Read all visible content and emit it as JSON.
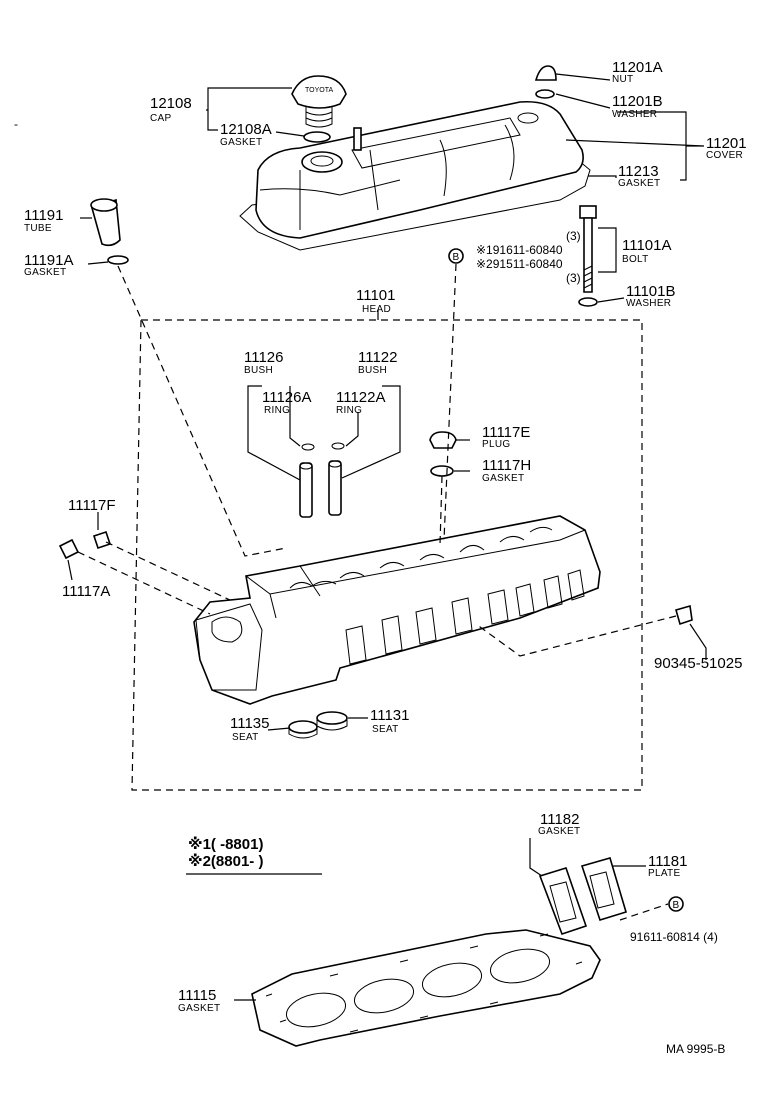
{
  "parts": [
    {
      "key": "p11201A",
      "number": "11201A",
      "name": "NUT"
    },
    {
      "key": "p11201B",
      "number": "11201B",
      "name": "WASHER"
    },
    {
      "key": "p11201",
      "number": "11201",
      "name": "COVER"
    },
    {
      "key": "p11213",
      "number": "11213",
      "name": "GASKET"
    },
    {
      "key": "p12108",
      "number": "12108",
      "name": "CAP"
    },
    {
      "key": "p12108A",
      "number": "12108A",
      "name": "GASKET"
    },
    {
      "key": "p11191",
      "number": "11191",
      "name": "TUBE"
    },
    {
      "key": "p11191A",
      "number": "11191A",
      "name": "GASKET"
    },
    {
      "key": "p11101A",
      "number": "11101A",
      "name": "BOLT"
    },
    {
      "key": "p11101B",
      "number": "11101B",
      "name": "WASHER"
    },
    {
      "key": "p11101",
      "number": "11101",
      "name": "HEAD"
    },
    {
      "key": "p11126",
      "number": "11126",
      "name": "BUSH"
    },
    {
      "key": "p11122",
      "number": "11122",
      "name": "BUSH"
    },
    {
      "key": "p11126A",
      "number": "11126A",
      "name": "RING"
    },
    {
      "key": "p11122A",
      "number": "11122A",
      "name": "RING"
    },
    {
      "key": "p11117E",
      "number": "11117E",
      "name": "PLUG"
    },
    {
      "key": "p11117H",
      "number": "11117H",
      "name": "GASKET"
    },
    {
      "key": "p11117F",
      "number": "11117F",
      "name": ""
    },
    {
      "key": "p11117A",
      "number": "11117A",
      "name": ""
    },
    {
      "key": "p90345",
      "number": "90345-51025",
      "name": ""
    },
    {
      "key": "p11135",
      "number": "11135",
      "name": "SEAT"
    },
    {
      "key": "p11131",
      "number": "11131",
      "name": "SEAT"
    },
    {
      "key": "p11182",
      "number": "11182",
      "name": "GASKET"
    },
    {
      "key": "p11181",
      "number": "11181",
      "name": "PLATE"
    },
    {
      "key": "p11115",
      "number": "11115",
      "name": "GASKET"
    }
  ],
  "alt_bolt": {
    "badge": "B",
    "line1": "※191611-60840",
    "line2": "※291511-60840",
    "qty_top": "(3)",
    "qty_bottom": "(3)"
  },
  "plate_bolt": {
    "badge": "B",
    "text": "91611-60814 (4)"
  },
  "legend": {
    "line1": "※1(      -8801)",
    "line2": "※2(8801-      )"
  },
  "cap_logo": "TOYOTA",
  "footer_code": "MA  9995-B",
  "stray_mark": "-"
}
